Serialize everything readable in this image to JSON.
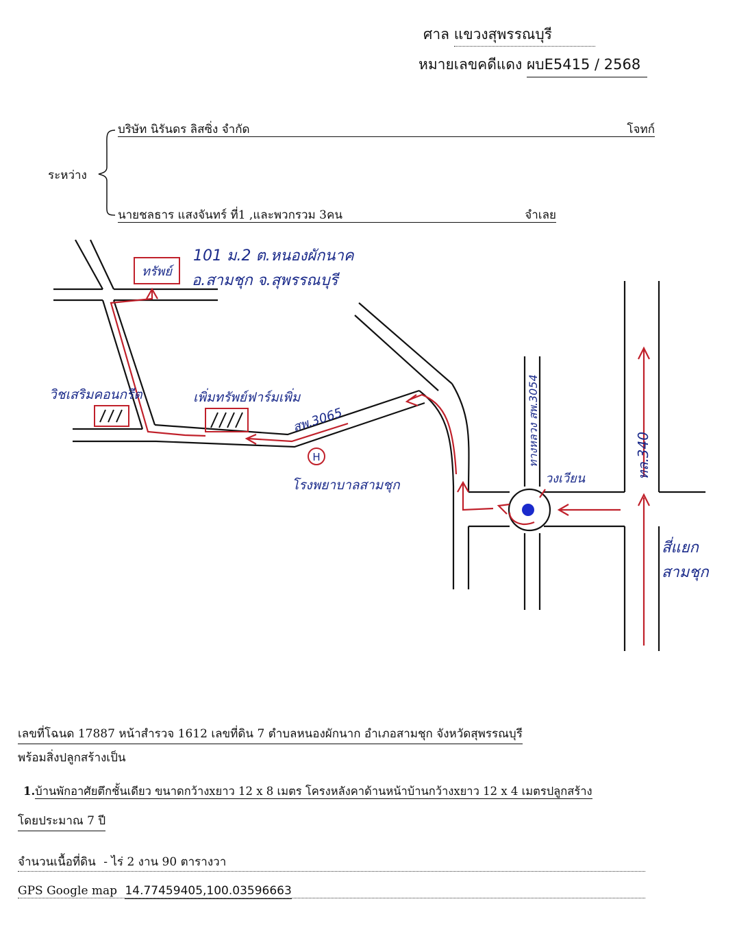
{
  "header": {
    "court_label": "ศาล",
    "court_value": "แขวงสุพรรณบุรี",
    "case_label": "หมายเลขคดีแดง",
    "case_value": "ผบE5415 / 2568"
  },
  "parties": {
    "between_label": "ระหว่าง",
    "plaintiff_name": "บริษัท นิรันดร ลิสซิ่ง จำกัด",
    "plaintiff_role": "โจทก์",
    "defendant_name": "นายชลธาร  แสงจันทร์ ที่1 ,และพวกรวม 3คน",
    "defendant_role": "จำเลย"
  },
  "map": {
    "property_label": "ทรัพย์",
    "address_line1": "101 ม.2 ต.หนองผักนาค",
    "address_line2": "อ.สามชุก จ.สุพรรณบุรี",
    "landmark_left": "วิชเสริมคอนกรีต",
    "landmark_mid": "เพิ่มทรัพย์ฟาร์มเพิ่ม",
    "road_diagonal": "สพ.3065",
    "hospital_label": "โรงพยาบาลสามชุก",
    "hospital_symbol": "H",
    "road_vertical_mid": "ทางหลวง สพ.3054",
    "roundabout_label": "วงเวียน",
    "road_right": "ทล.340",
    "junction_line1": "สี่แยก",
    "junction_line2": "สามชุก",
    "route_color": "#c0202a",
    "ink_color": "#1a2a8a"
  },
  "details": {
    "deed_line": "เลขที่โฉนด 17887  หน้าสำรวจ  1612  เลขที่ดิน  7  ตำบลหนองผักนาก  อำเภอสามชุก   จังหวัดสุพรรณบุรี",
    "construction_intro": "พร้อมสิ่งปลูกสร้างเป็น",
    "item1_number": "1.",
    "item1_text": "บ้านพักอาศัยตึกชั้นเดียว ขนาดกว้างxยาว 12 x 8 เมตร โครงหลังคาด้านหน้าบ้านกว้างxยาว 12 x 4 เมตรปลูกสร้าง",
    "item1_age": "โดยประมาณ 7  ปี",
    "area_label": "จำนวนเนื้อที่ดิน",
    "area_value": "- ไร่ 2 งาน 90 ตารางวา",
    "gps_label": "GPS Google map",
    "gps_value": "14.77459405,100.03596663"
  }
}
